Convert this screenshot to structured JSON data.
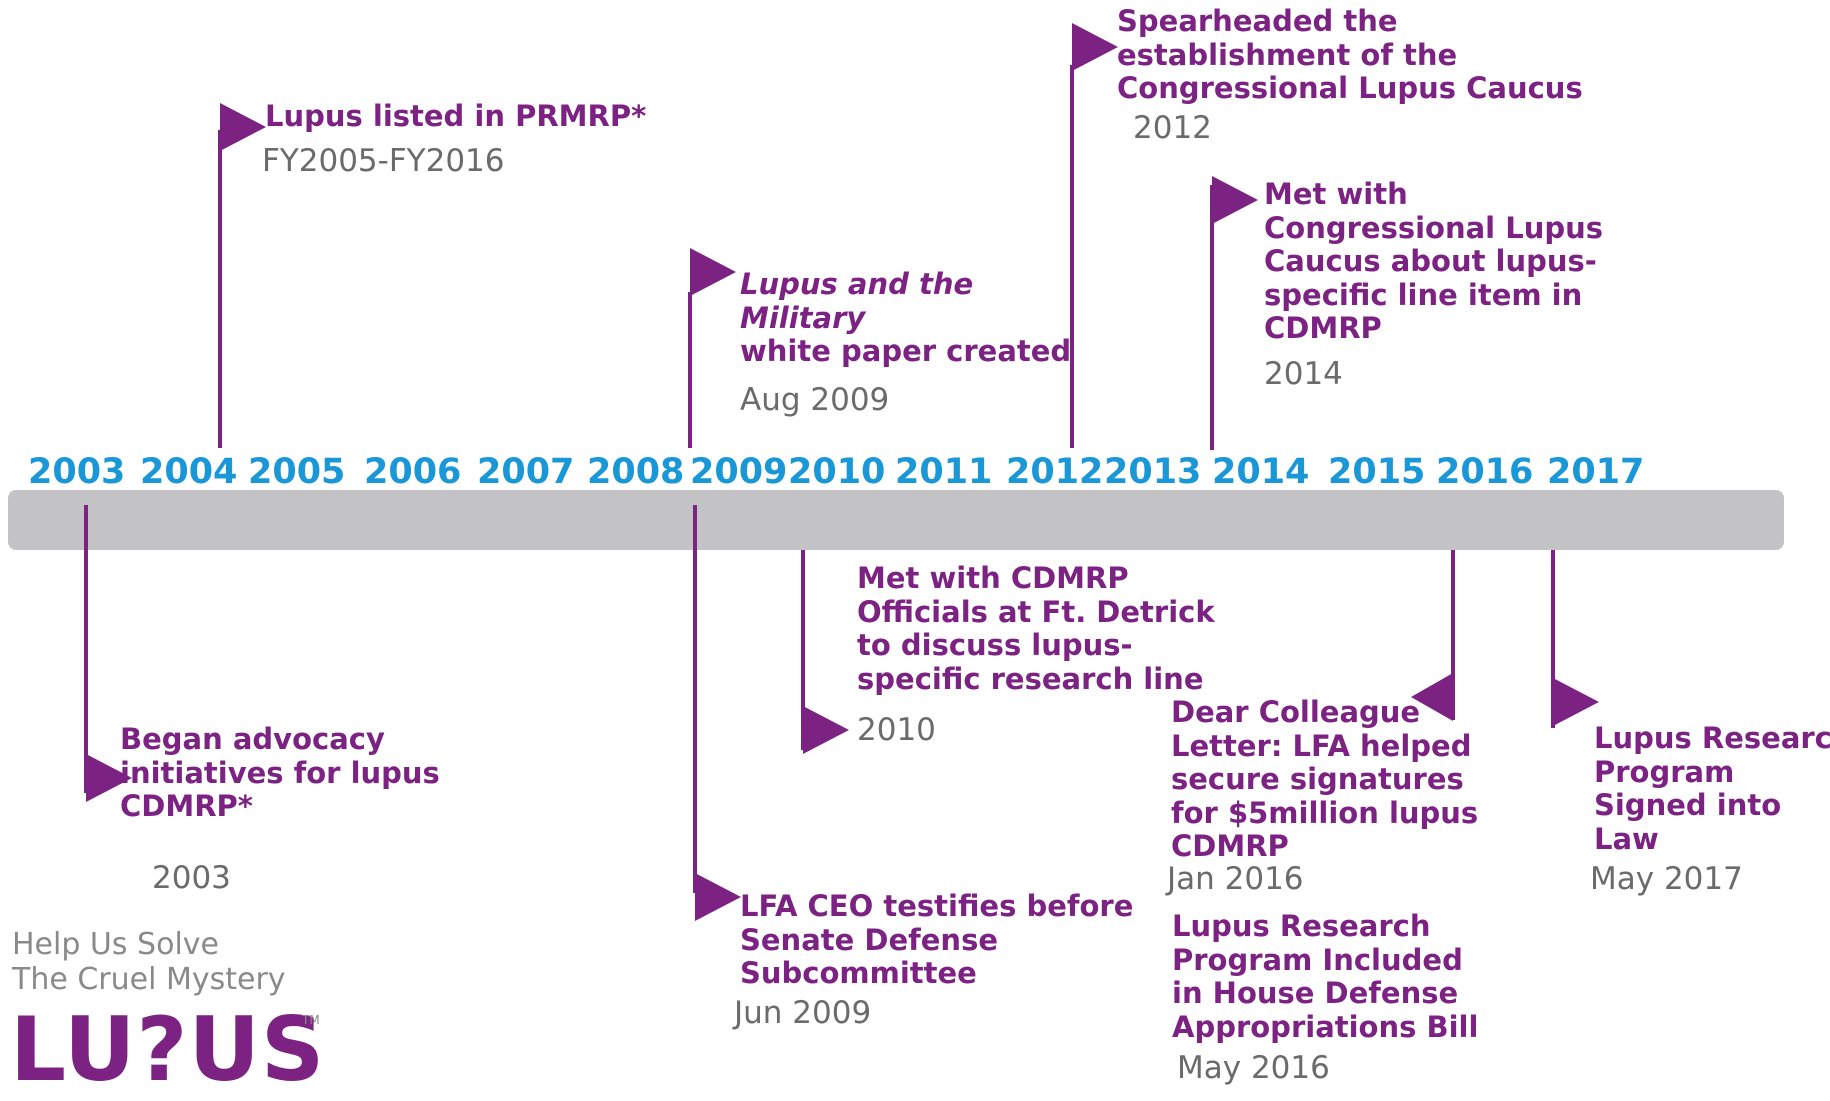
{
  "colors": {
    "year": "#1a97d6",
    "event": "#7b2283",
    "date": "#6b6b6b",
    "bar": "#c3c3c6",
    "logo": "#7b2283",
    "tagline": "#8a8a8a"
  },
  "years": [
    "2003",
    "2004",
    "2005",
    "2006",
    "2007",
    "2008",
    "2009",
    "2010",
    "2011",
    "2012",
    "2013",
    "2014",
    "2015",
    "2016",
    "2017"
  ],
  "events": [
    {
      "key": "prmrp",
      "lines": [
        "Lupus listed in PRMRP*"
      ],
      "date": "FY2005-FY2016"
    },
    {
      "key": "caucus",
      "lines": [
        "Spearheaded the",
        "establishment of the",
        "Congressional Lupus Caucus"
      ],
      "date": "2012"
    },
    {
      "key": "met-caucus",
      "lines": [
        "Met with",
        "Congressional Lupus",
        "Caucus about lupus-",
        "specific line item in",
        "CDMRP"
      ],
      "date": "2014"
    },
    {
      "key": "white-paper",
      "italic_lines": [
        "Lupus and the",
        "Military"
      ],
      "lines": [
        "white paper created"
      ],
      "date": "Aug 2009"
    },
    {
      "key": "advocacy",
      "lines": [
        "Began advocacy",
        "initiatives for lupus",
        "CDMRP*"
      ],
      "date": "2003"
    },
    {
      "key": "ft-detrick",
      "lines": [
        "Met with CDMRP",
        "Officials at Ft. Detrick",
        "to discuss lupus-",
        "specific research line"
      ],
      "date": "2010"
    },
    {
      "key": "testifies",
      "lines": [
        "LFA CEO testifies before",
        "Senate Defense",
        "Subcommittee"
      ],
      "date": "Jun 2009"
    },
    {
      "key": "dear-colleague",
      "lines": [
        "Dear Colleague",
        "Letter: LFA helped",
        "secure signatures",
        "for $5million lupus",
        "CDMRP"
      ],
      "date": "Jan 2016"
    },
    {
      "key": "house-bill",
      "lines": [
        "Lupus Research",
        "Program  Included",
        "in House Defense",
        "Appropriations Bill"
      ],
      "date": "May 2016"
    },
    {
      "key": "signed-law",
      "lines": [
        "Lupus Research",
        "Program",
        "Signed into",
        "Law"
      ],
      "date": "May 2017"
    }
  ],
  "logo": {
    "tagline": "Help Us Solve\nThe Cruel Mystery",
    "wordmark": "LU?US",
    "tm": "TM"
  }
}
